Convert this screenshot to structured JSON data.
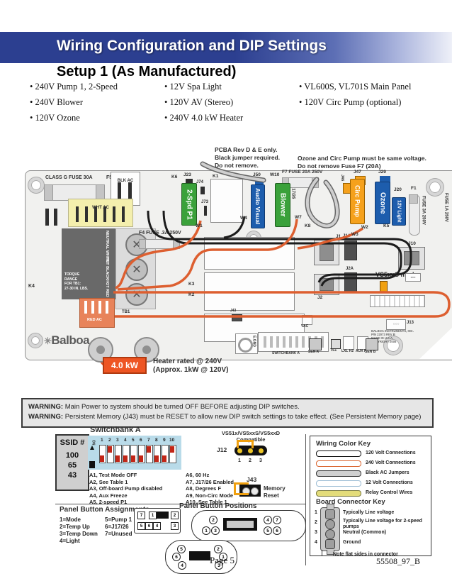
{
  "banner": {
    "title": "Wiring Configuration and DIP Settings"
  },
  "setup": {
    "title": "Setup 1 (As Manufactured)",
    "columns": [
      [
        "240V Pump 1, 2-Speed",
        "240V Blower",
        "120V Ozone"
      ],
      [
        "12V Spa Light",
        "120V AV (Stereo)",
        "240V 4.0 kW Heater"
      ],
      [
        "VL600S, VL701S Main Panel",
        "120V Circ Pump (optional)"
      ]
    ]
  },
  "notes": {
    "pcba": [
      "PCBA Rev D & E only.",
      "Black jumper required.",
      "Do not remove."
    ],
    "ozone": [
      "Ozone and Circ Pump must be same voltage.",
      "Do not remove Fuse F7 (20A)"
    ]
  },
  "board": {
    "labels": {
      "class_g": "CLASS G   FUSE 30A",
      "f5": "F5",
      "blk_ac": "BLK AC",
      "wht_ac": "WHT AC",
      "k6": "K6",
      "k4": "K4",
      "k1": "K1",
      "j23": "J23",
      "j74": "J74",
      "j73": "J73",
      "j50": "J50",
      "w10": "W10",
      "w1": "W1",
      "w4": "W4",
      "w7": "W7",
      "k8": "K8",
      "f7": "F7   FUSE 20A 250V",
      "j46": "J46",
      "j47": "J47",
      "j29": "J29",
      "j20": "J20",
      "f1": "F1",
      "fuse3a": "FUSE 3A 250V",
      "fuse1a": "FUSE 1A 250V",
      "k5": "K5",
      "w2": "W2",
      "w3": "W3",
      "j1": "J1",
      "j14": "J14",
      "j2a": "J2A",
      "j2": "J2",
      "j10": "J10",
      "vs5_mode": "VS5xxS mode",
      "j13": "J13",
      "j43": "J43",
      "k3": "K3",
      "k2": "K2",
      "tb1": "TB1",
      "f4": "F4  FUSE .3A 250V",
      "neutral": "NEUTRAL WHITE",
      "hot_black": "HOT BLACK",
      "hot_red": "HOT RED",
      "torque": [
        "TORQUE",
        "RANGE",
        "FOR TB1:",
        "27-30 IN. LBS."
      ],
      "red_ac": "RED AC",
      "egnd": "E.GND",
      "swbank": "SWITCHBANK A",
      "ts1": "TS1",
      "lxl": "LXL H2",
      "aux": "AUX F",
      "sen_a": "SEN A",
      "sen_b": "SEN B",
      "vac": "VAC",
      "fine1": "BALBOA INSTRUMENTS, INC.",
      "fine2": "P/N 22073 REV B",
      "fine3": "MADE IN U.S.A.",
      "fine4": "COPYRIGHT 2005",
      "logo": "Balboa"
    },
    "connectors": {
      "pump1": "2-Spd P1",
      "av": "Audio Visual",
      "blower": "Blower",
      "blower_sub": "J17/26",
      "circ": "Circ Pump",
      "ozone": "Ozone",
      "light": "12V Light"
    },
    "heater": {
      "kw": "4.0 kW",
      "cap1": "Heater rated @ 240V",
      "cap2": "(Approx. 1kW @ 120V)"
    }
  },
  "warnings": [
    {
      "prefix": "WARNING:",
      "text": " Main Power to system should be turned OFF BEFORE adjusting DIP switches."
    },
    {
      "prefix": "WARNING:",
      "text": " Persistent Memory (J43) must be RESET to allow new DIP switch settings to take effect. (See Persistent Memory page)"
    }
  ],
  "ssid": {
    "label": "SSID #",
    "values": [
      "100",
      "65",
      "43"
    ]
  },
  "switchbank": {
    "title": "Switchbank A",
    "on_label": "ON",
    "numbers": [
      "1",
      "2",
      "3",
      "4",
      "5",
      "6",
      "7",
      "8",
      "9",
      "10"
    ],
    "states": [
      false,
      true,
      false,
      false,
      false,
      false,
      true,
      false,
      false,
      true
    ],
    "left_labels": [
      "A1, Test Mode OFF",
      "A2, See Table 1",
      "A3, Off-board Pump disabled",
      "A4, Aux Freeze",
      "A5, 2-speed P1"
    ],
    "right_labels": [
      "A6, 60 Hz",
      "A7, J17/26 Enabled",
      "A8, Degrees F",
      "A9, Non-Circ Mode",
      "A10, See Table 1"
    ]
  },
  "j12": {
    "label": "J12",
    "title1": "VS51x/VS5xxS/VS5xxD",
    "title2": "Compatible",
    "pins": [
      "1",
      "2",
      "3"
    ]
  },
  "j43": {
    "label": "J43",
    "text1": "Memory",
    "text2": "Reset"
  },
  "wiring_key": {
    "title": "Wiring Color Key",
    "items": [
      {
        "label": "120 Volt Connections",
        "color": "#ffffff",
        "border": "#111111"
      },
      {
        "label": "240 Volt Connections",
        "color": "#ffffff",
        "border": "#d9622b"
      },
      {
        "label": "Black AC Jumpers",
        "color": "#d0d0d0",
        "border": "#333333"
      },
      {
        "label": "12 Volt Connections",
        "color": "#ffffff",
        "border": "#9bbcd4"
      },
      {
        "label": "Relay Control Wires",
        "color": "#e3dc7a",
        "border": "#7a7a40"
      }
    ]
  },
  "connector_key": {
    "title": "Board Connector Key",
    "items": [
      {
        "num": "1",
        "label": "Typically Line voltage"
      },
      {
        "num": "2",
        "label": "Typically Line voltage for 2-speed pumps"
      },
      {
        "num": "3",
        "label": "Neutral (Common)"
      },
      {
        "num": "4",
        "label": "Ground"
      }
    ],
    "note": "Note flat sides in connector"
  },
  "panel_assignments": {
    "title": "Panel Button Assignments",
    "col1": [
      "1=Mode",
      "2=Temp Up",
      "3=Temp Down",
      "4=Light"
    ],
    "col2": [
      "5=Pump 1",
      "6=J17/26",
      "7=Unused"
    ]
  },
  "panel_positions": {
    "title": "Panel Button Positions",
    "rect_top": [
      "7",
      "1",
      "2"
    ],
    "rect_bottom": [
      "5",
      "6",
      "4",
      "3"
    ],
    "oval_right": {
      "t1": "2",
      "b1": "1",
      "b2": "3",
      "t2": "4",
      "t3": "7",
      "b3": "5",
      "b4": "6"
    },
    "oval_bottom": {
      "l1": "5",
      "l2": "6",
      "l3": "4",
      "r1": "2",
      "r2": "1",
      "r3": "3"
    }
  },
  "footer": {
    "page": "Page 5",
    "doc": "55508_97_B"
  }
}
